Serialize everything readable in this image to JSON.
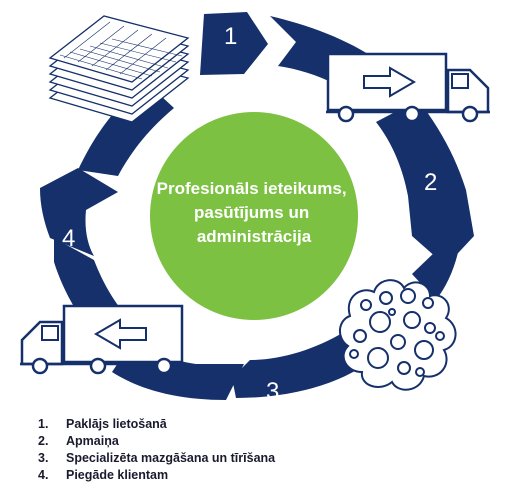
{
  "diagram": {
    "colors": {
      "ring": "#15306b",
      "center": "#7cc142",
      "outline": "#15306b",
      "fill": "#ffffff"
    },
    "center_text": [
      "Profesionāls ieteikums,",
      "pasūtījums un",
      "administrācija"
    ],
    "step_numbers": [
      "1",
      "2",
      "3",
      "4"
    ],
    "icons": [
      "carpet-stack-icon",
      "delivery-truck-icon",
      "washing-foam-icon",
      "return-truck-icon"
    ]
  },
  "legend": [
    {
      "index": "1.",
      "text": "Paklājs lietošanā"
    },
    {
      "index": "2.",
      "text": "Apmaiņa"
    },
    {
      "index": "3.",
      "text": "Specializēta mazgāšana un tīrīšana"
    },
    {
      "index": "4.",
      "text": "Piegāde klientam"
    }
  ]
}
